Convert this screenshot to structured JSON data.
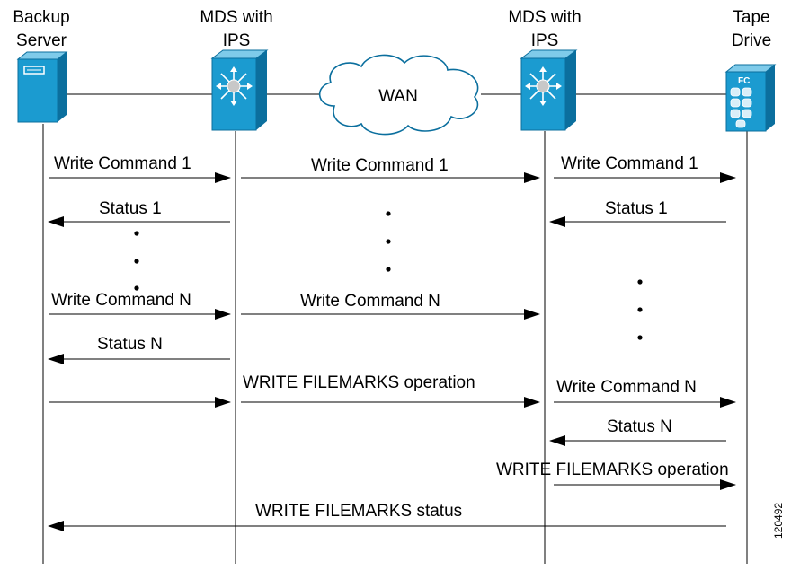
{
  "nodes": [
    {
      "id": "backup_server",
      "lines": [
        "Backup",
        "Server"
      ],
      "icon": "server-icon"
    },
    {
      "id": "mds_left",
      "lines": [
        "MDS with",
        "IPS"
      ],
      "icon": "mds-switch-icon"
    },
    {
      "id": "mds_right",
      "lines": [
        "MDS with",
        "IPS"
      ],
      "icon": "mds-switch-icon"
    },
    {
      "id": "tape_drive",
      "lines": [
        "Tape",
        "Drive"
      ],
      "icon": "tape-drive-icon"
    }
  ],
  "wan": {
    "label": "WAN"
  },
  "tape_badge": "FC",
  "messages": {
    "m1": "Write Command 1",
    "m2": "Write Command 1",
    "m3": "Write Command 1",
    "m4": "Status 1",
    "m5": "Status 1",
    "m6": "Write Command N",
    "m7": "Write Command N",
    "m8": "Status N",
    "m9": "WRITE FILEMARKS operation",
    "m10": "Write Command N",
    "m11": "Status N",
    "m12": "WRITE FILEMARKS operation",
    "m13": "WRITE FILEMARKS status"
  },
  "figure_id": "120492",
  "colors": {
    "device_face": "#1b9bd0",
    "device_top": "#7fcbea",
    "device_side": "#0b6f9e",
    "line": "#000000"
  }
}
